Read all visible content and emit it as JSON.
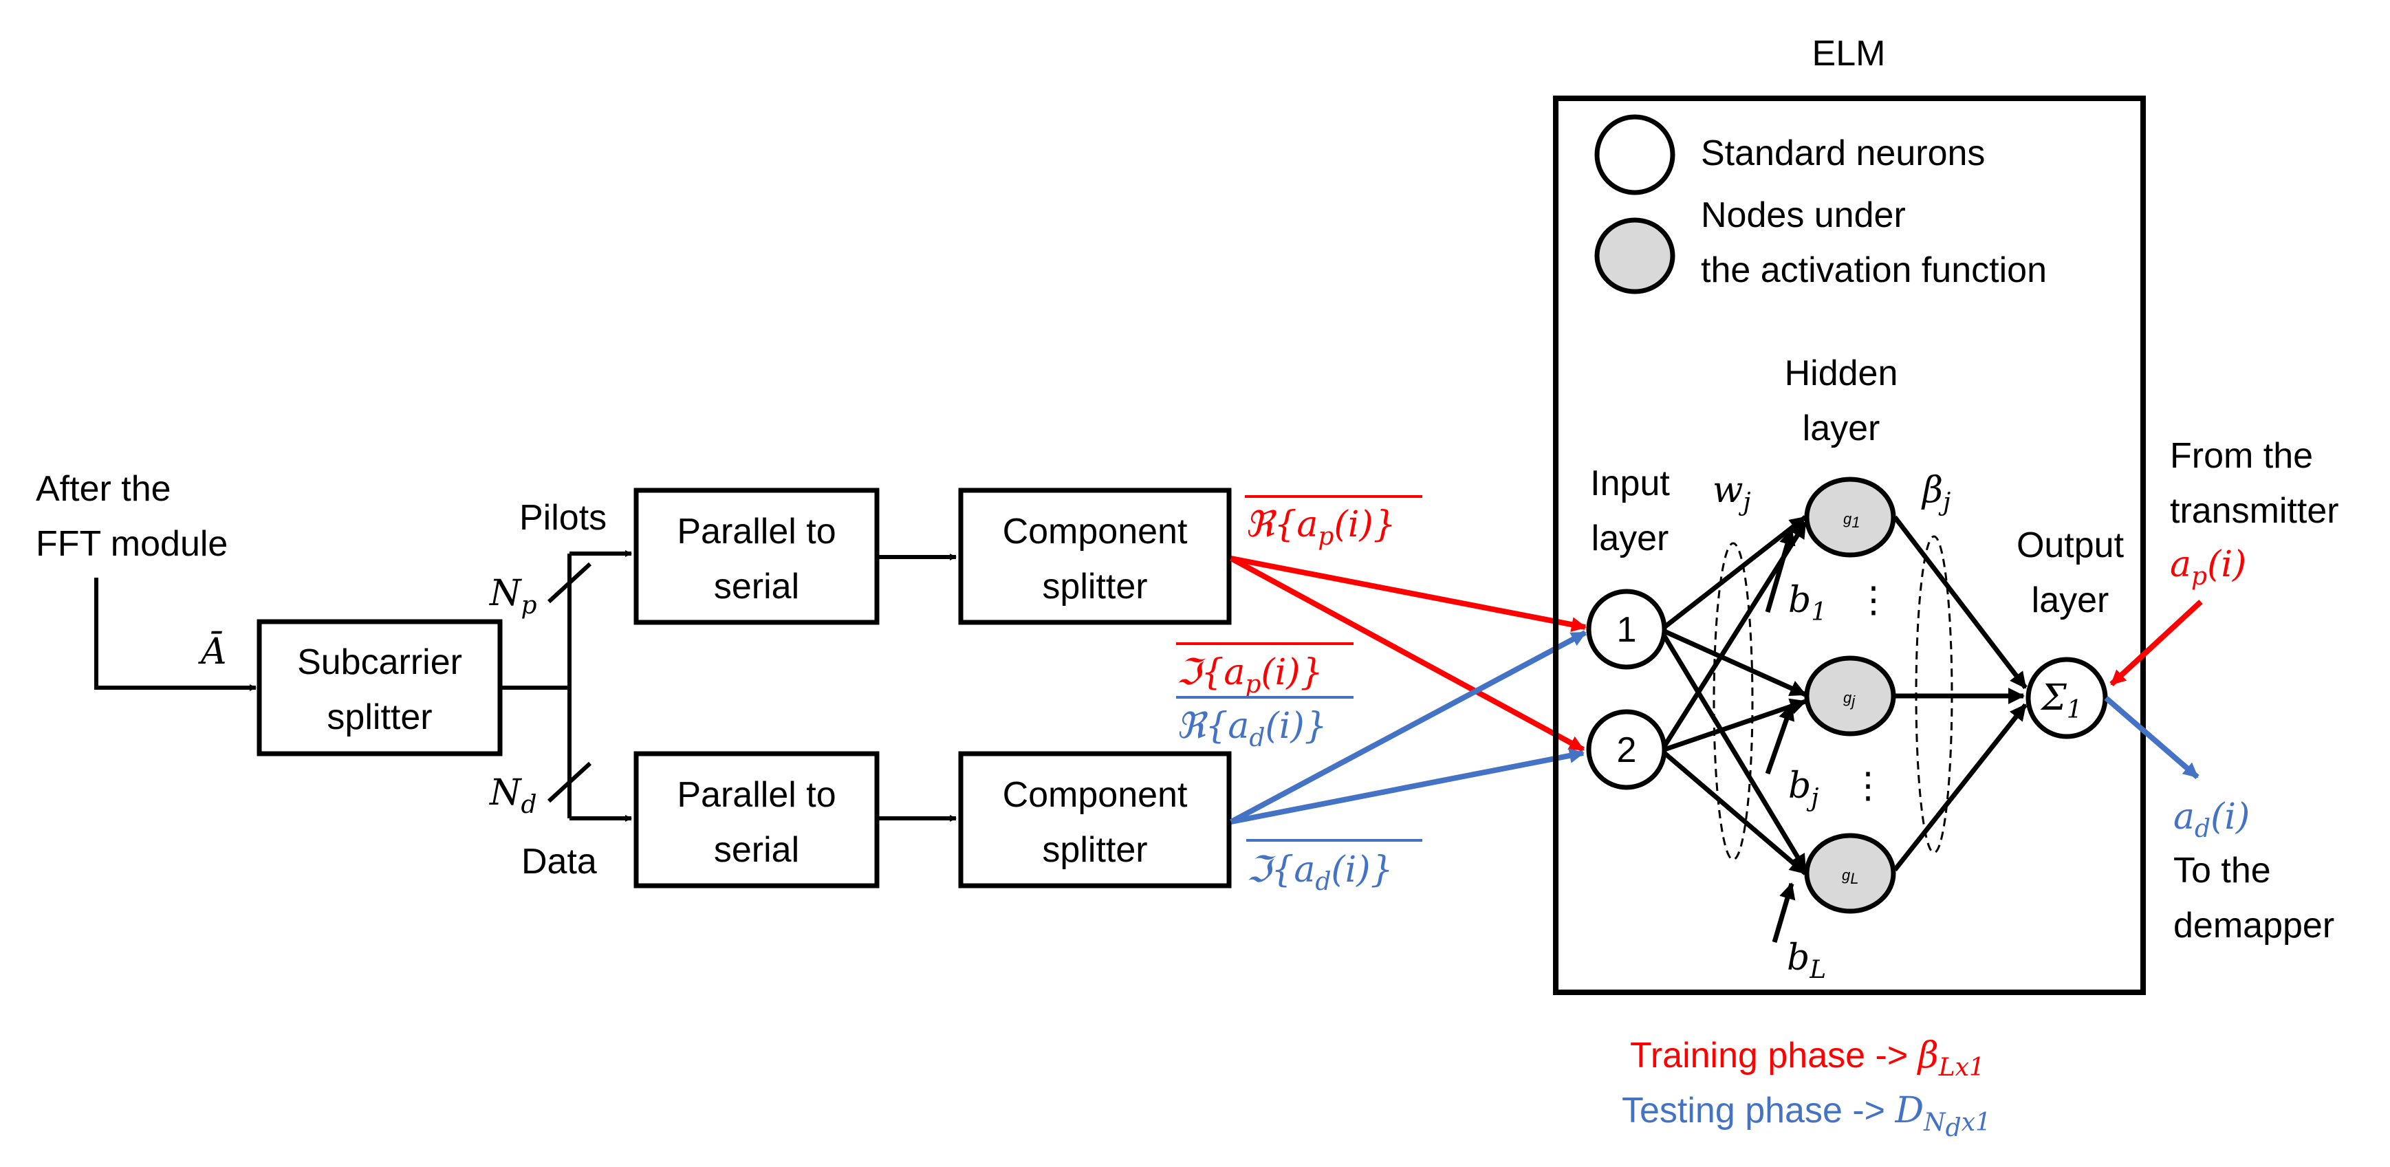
{
  "elm": {
    "title": "ELM",
    "legend_standard": "Standard neurons",
    "legend_activation_1": "Nodes under",
    "legend_activation_2": "the activation function",
    "hidden_layer_1": "Hidden",
    "hidden_layer_2": "layer",
    "input_layer_1": "Input",
    "input_layer_2": "layer",
    "output_layer_1": "Output",
    "output_layer_2": "layer",
    "node_1": "1",
    "node_2": "2",
    "g1": "g",
    "g1_sub": "1",
    "gj": "g",
    "gj_sub": "j",
    "gL": "g",
    "gL_sub": "L",
    "sum_symbol": "Σ",
    "sum_sub": "1",
    "w_j": "w",
    "w_j_sub": "j",
    "beta_j": "β",
    "beta_j_sub": "j",
    "b1": "b",
    "b1_sub": "1",
    "bj": "b",
    "bj_sub": "j",
    "bL": "b",
    "bL_sub": "L",
    "vdots": "⋮"
  },
  "left": {
    "after_fft_1": "After the",
    "after_fft_2": "FFT module",
    "a_bar": "Ā",
    "subcarrier_1": "Subcarrier",
    "subcarrier_2": "splitter",
    "pilots": "Pilots",
    "data": "Data",
    "np": "N",
    "np_sub": "p",
    "nd": "N",
    "nd_sub": "d",
    "p2s_1": "Parallel to",
    "p2s_2": "serial",
    "comp_1": "Component",
    "comp_2": "splitter"
  },
  "signals": {
    "re_ap": "ℜ{a",
    "re_ap_sub": "p",
    "re_ap_end": "(i)}",
    "im_ap": "ℑ{a",
    "im_ap_sub": "p",
    "im_ap_end": "(i)}",
    "re_ad": "ℜ{a",
    "re_ad_sub": "d",
    "re_ad_end": "(i)}",
    "im_ad": "ℑ{a",
    "im_ad_sub": "d",
    "im_ad_end": "(i)}"
  },
  "right": {
    "from_tx_1": "From the",
    "from_tx_2": "transmitter",
    "ap": "a",
    "ap_sub": "p",
    "ap_end": "(i)",
    "ad": "a",
    "ad_sub": "d",
    "ad_end": "(i)",
    "to_demapper_1": "To the",
    "to_demapper_2": "demapper"
  },
  "phases": {
    "training": "Training phase -> ",
    "training_sym": "β",
    "training_sub": "Lx1",
    "testing": "Testing phase -> ",
    "testing_sym": "D",
    "testing_sub": "N",
    "testing_subsub": "d",
    "testing_sub_end": "x1"
  },
  "colors": {
    "red": "#ff0000",
    "blue": "#4472c4",
    "node_fill": "#d9d9d9"
  }
}
